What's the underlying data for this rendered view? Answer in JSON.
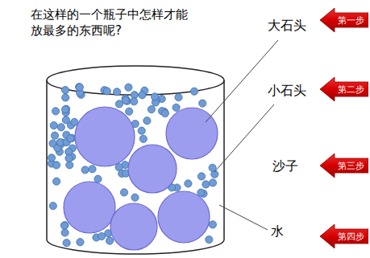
{
  "diagram": {
    "title": "在这样的一个瓶子中怎样才能放最多的东西呢?",
    "nodes": [
      {
        "text": [
          "第一步"
        ]
      },
      {
        "text": [
          "第二步"
        ]
      },
      {
        "text": [
          "第三步"
        ]
      },
      {
        "text": [
          "第四步"
        ]
      }
    ],
    "labels": [
      "大石头",
      "小石头",
      "沙子",
      "水"
    ]
  }
}
